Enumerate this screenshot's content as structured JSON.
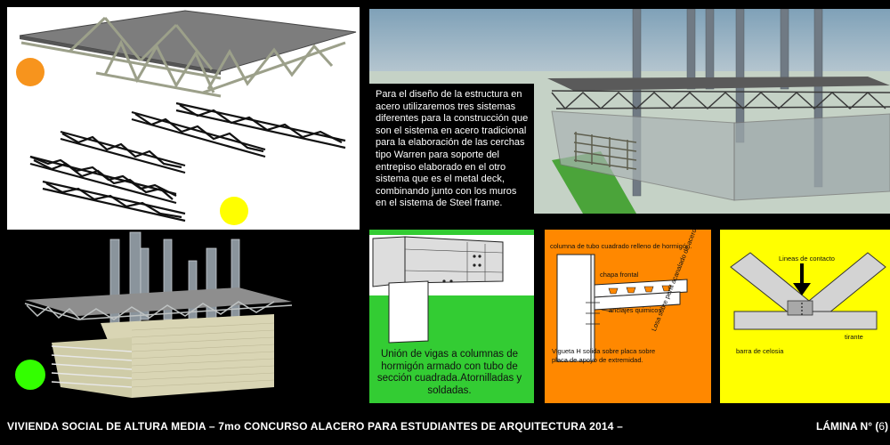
{
  "description": "Para el diseño de la estructura en acero utilizaremos tres sistemas diferentes para la construcción que son el sistema en acero tradicional para la elaboración de las cerchas tipo Warren para soporte del entrepiso elaborado en el otro sistema que es el metal deck, combinando junto con los muros en el sistema de Steel frame.",
  "green_panel": {
    "caption": "Unión de vigas a columnas de hormigón armado con tubo de sección cuadrada.Atornilladas y soldadas."
  },
  "orange_panel": {
    "label_column": "columna de tubo cuadrado relleno de hormigón.",
    "label_plate": "chapa frontal",
    "label_anchors": "anclajes quimicos",
    "label_deck": "Losa sobre perfil acanalado de acero.",
    "label_joist": "Vigueta H solida sobre placa sobre placa de apoyo de extremidad."
  },
  "yellow_panel": {
    "label_contact": "Lineas de contacto",
    "label_tie": "tirante",
    "label_chord": "barra de celosia"
  },
  "footer": {
    "title": "VIVIENDA SOCIAL DE ALTURA MEDIA – 7mo CONCURSO ALACERO PARA ESTUDIANTES DE ARQUITECTURA 2014 –",
    "sheet_label": "LÁMINA N° (",
    "sheet_number": "6",
    "sheet_close": ")"
  },
  "colors": {
    "marker_orange": "#f7941d",
    "marker_yellow": "#ffff00",
    "marker_green": "#33ff00",
    "panel_green": "#33cc33",
    "panel_orange": "#ff8800",
    "panel_yellow": "#ffff00"
  }
}
